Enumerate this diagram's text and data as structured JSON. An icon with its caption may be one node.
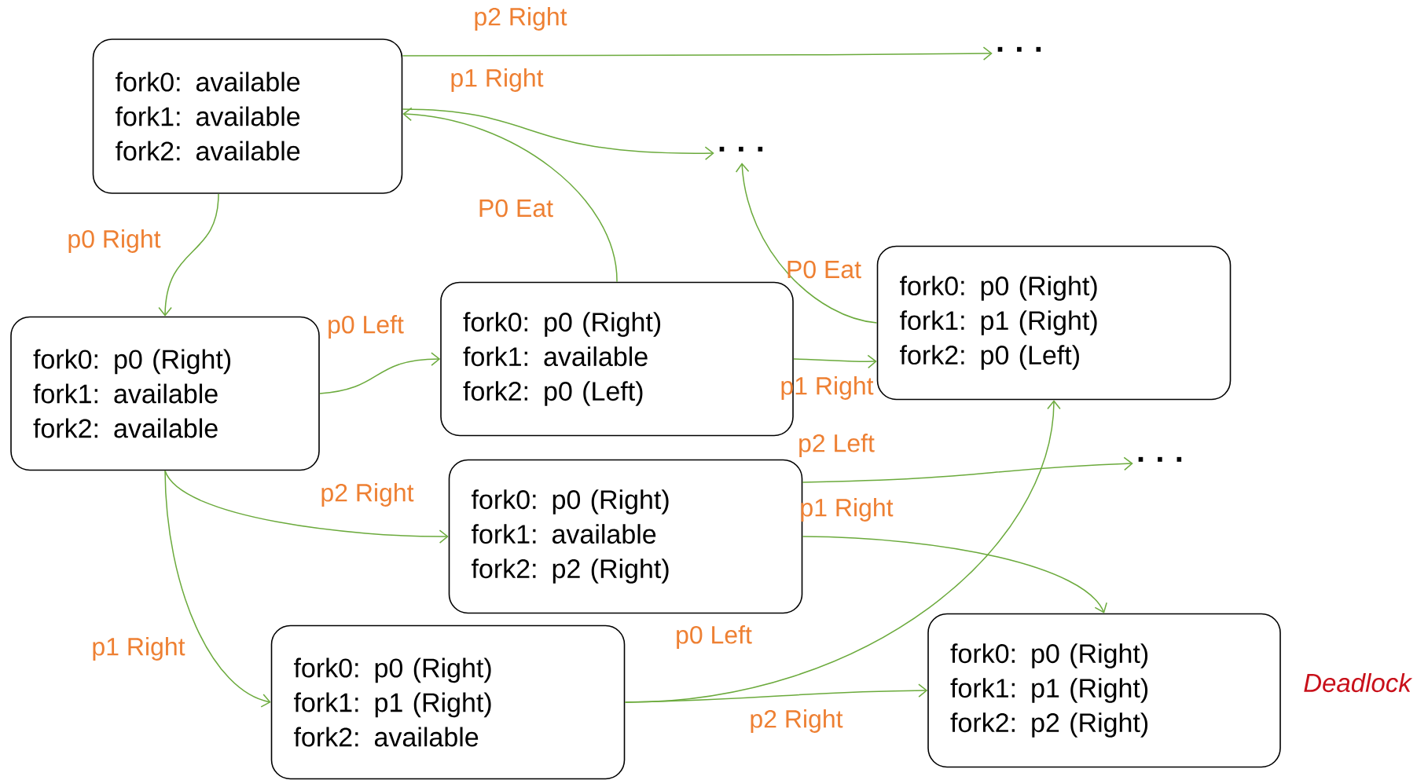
{
  "diagram": {
    "nodes": [
      {
        "text": [
          "fork0: available",
          "fork1: available",
          "fork2: available"
        ]
      },
      {
        "text": [
          "fork0: p0 (Right)",
          "fork1: available",
          "fork2: available"
        ]
      },
      {
        "text": [
          "fork0: p0 (Right)",
          "fork1: available",
          "fork2: p0 (Left)"
        ]
      },
      {
        "text": [
          "fork0: p0 (Right)",
          "fork1: p1 (Right)",
          "fork2: p0 (Left)"
        ]
      },
      {
        "text": [
          "fork0: p0 (Right)",
          "fork1: available",
          "fork2: p2 (Right)"
        ]
      },
      {
        "text": [
          "fork0: p0 (Right)",
          "fork1: p1 (Right)",
          "fork2: available"
        ]
      },
      {
        "text": [
          "fork0: p0 (Right)",
          "fork1: p1 (Right)",
          "fork2: p2 (Right)"
        ],
        "beside": [
          "Deadlock"
        ]
      },
      {
        "text": [
          "· · ·"
        ]
      },
      {
        "text": [
          "· · ·"
        ]
      },
      {
        "text": [
          "· · ·"
        ]
      }
    ],
    "edges": [
      {
        "from": 0,
        "to": 7,
        "arrow": "to",
        "label": "p2 Right"
      },
      {
        "from": 0,
        "to": 8,
        "arrow": "to",
        "label": "p1 Right"
      },
      {
        "from": 0,
        "to": 1,
        "arrow": "to",
        "label": "p0 Right"
      },
      {
        "from": 2,
        "to": 0,
        "arrow": "to",
        "label": "P0 Eat"
      },
      {
        "from": 3,
        "to": 8,
        "arrow": "to",
        "label": "P0 Eat"
      },
      {
        "from": 1,
        "to": 2,
        "arrow": "to",
        "label": "p0 Left"
      },
      {
        "from": 2,
        "to": 3,
        "arrow": "to",
        "label": "p1 Right"
      },
      {
        "from": 4,
        "to": 9,
        "arrow": "to",
        "label": "p2 Left"
      },
      {
        "from": 4,
        "to": 6,
        "arrow": "to",
        "label": "p1 Right"
      },
      {
        "from": 1,
        "to": 4,
        "arrow": "to",
        "label": "p2 Right"
      },
      {
        "from": 1,
        "to": 5,
        "arrow": "to",
        "label": "p1 Right"
      },
      {
        "from": 5,
        "to": 3,
        "arrow": "to",
        "label": "p0 Left"
      },
      {
        "from": 5,
        "to": 6,
        "arrow": "to",
        "label": "p2 Right"
      }
    ]
  }
}
